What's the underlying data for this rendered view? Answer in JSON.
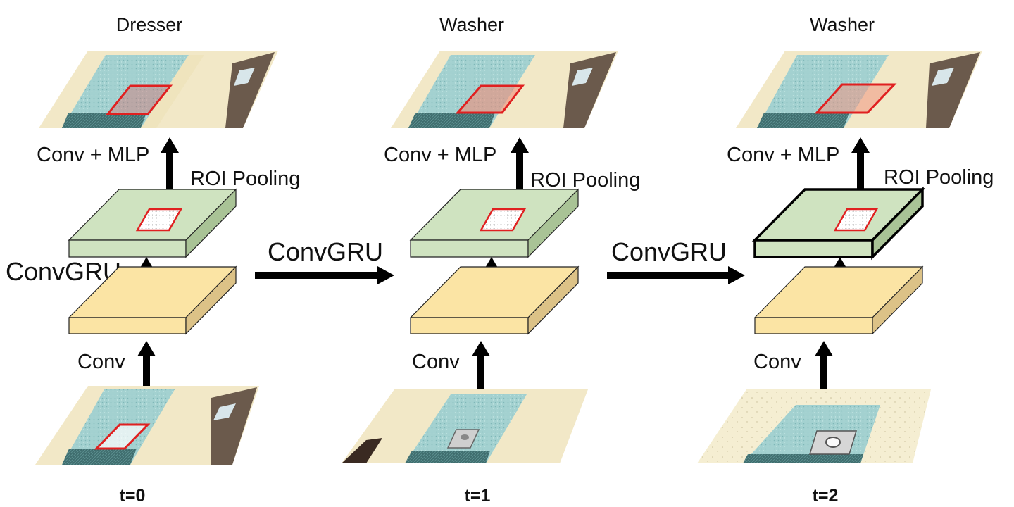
{
  "columns": [
    {
      "time_label": "t=0",
      "class_label": "Dresser",
      "conv_label": "Conv",
      "head_label": "Conv + MLP",
      "roi_label": "ROI Pooling",
      "convgru_label": "ConvGRU",
      "top_feature_highlight": false
    },
    {
      "time_label": "t=1",
      "class_label": "Washer",
      "conv_label": "Conv",
      "head_label": "Conv + MLP",
      "roi_label": "ROI Pooling",
      "top_feature_highlight": false
    },
    {
      "time_label": "t=2",
      "class_label": "Washer",
      "conv_label": "Conv",
      "head_label": "Conv + MLP",
      "roi_label": "ROI Pooling",
      "top_feature_highlight": true
    }
  ],
  "transitions": [
    {
      "label": "ConvGRU"
    },
    {
      "label": "ConvGRU"
    }
  ],
  "colors": {
    "conv_layer": "#fbe4a4",
    "conv_layer_side": "#dcc287",
    "gru_layer": "#cfe3c0",
    "gru_layer_side": "#a9c396",
    "roi_box": "#e02020",
    "arrow": "#000000",
    "floor": "#f4eccd",
    "water": "#9dcbcb"
  }
}
